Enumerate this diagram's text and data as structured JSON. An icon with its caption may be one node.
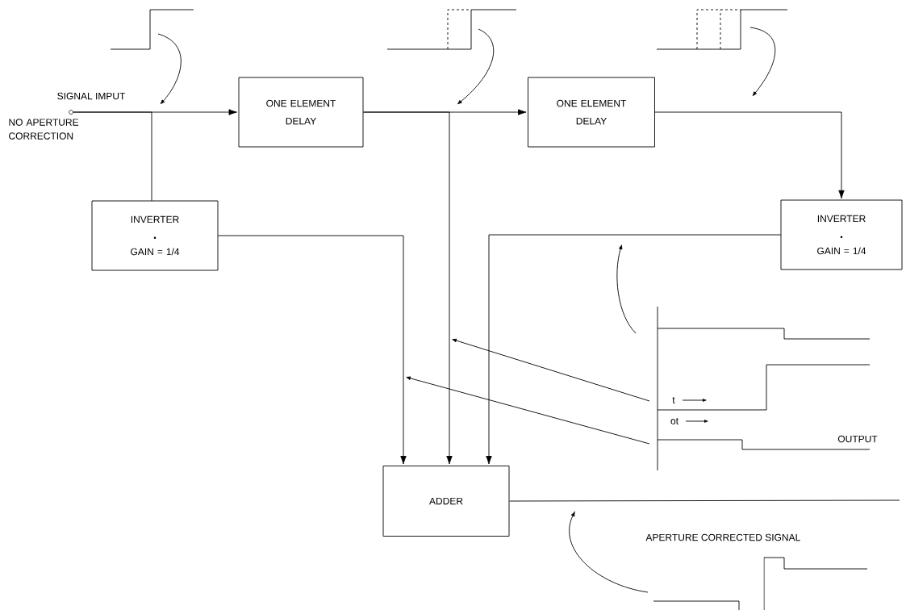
{
  "diagram": {
    "nodes": [
      {
        "text": [],
        "shape": "circle",
        "beside": [
          "SIGNAL IMPUT",
          "NO APERTURE CORRECTION"
        ]
      },
      {
        "text": [
          "ONE ELEMENT DELAY"
        ]
      },
      {
        "text": [
          "ONE ELEMENT DELAY"
        ]
      },
      {
        "text": [
          "INVERTER",
          "GAIN = 1/4"
        ]
      },
      {
        "text": [
          "INVERTER",
          "GAIN = 1/4"
        ]
      },
      {
        "text": [
          "ADDER"
        ]
      }
    ],
    "edges": [
      {
        "from": 0,
        "to": 1,
        "arrow": "to"
      },
      {
        "from": 0,
        "to": 3,
        "arrow": "none"
      },
      {
        "from": 1,
        "to": 2,
        "arrow": "to"
      },
      {
        "from": 1,
        "to": 5,
        "arrow": "to"
      },
      {
        "from": 2,
        "to": 4,
        "arrow": "to"
      },
      {
        "from": 3,
        "to": 5,
        "arrow": "to"
      },
      {
        "from": 4,
        "to": 5,
        "arrow": "to"
      },
      {
        "from": 5,
        "to": null,
        "arrow": "none"
      }
    ],
    "labels": [
      "t",
      "ot",
      "OUTPUT",
      "APERTURE CORRECTED SIGNAL"
    ]
  }
}
